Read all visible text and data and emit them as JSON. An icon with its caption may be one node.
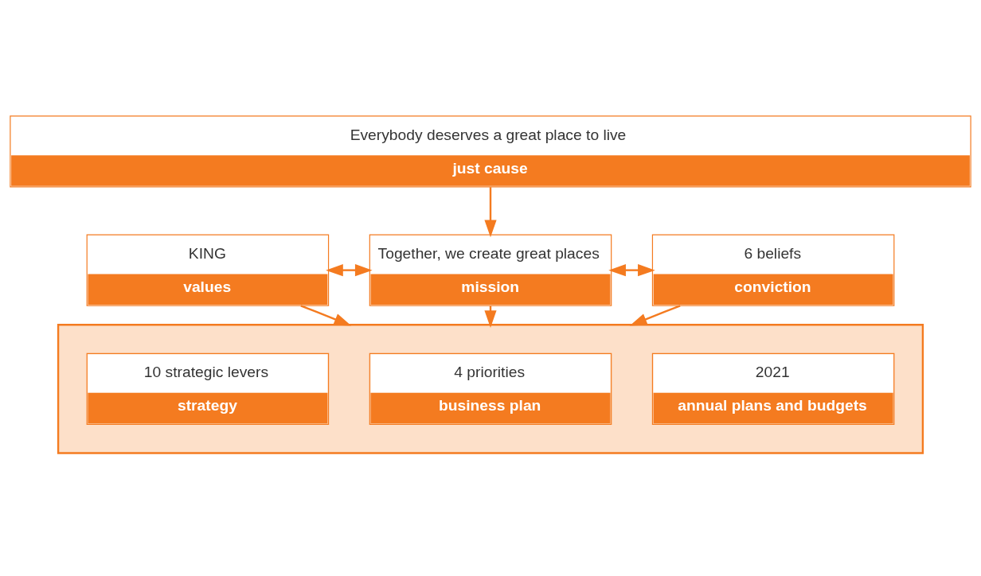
{
  "diagram": {
    "nodes": [
      {
        "text": [
          "Everybody deserves a great place to live",
          "just cause"
        ]
      },
      {
        "text": [
          "KING",
          "values"
        ]
      },
      {
        "text": [
          "Together, we create great places",
          "mission"
        ]
      },
      {
        "text": [
          "6 beliefs",
          "conviction"
        ]
      },
      {
        "text": [],
        "shape": "box"
      },
      {
        "text": [
          "10 strategic levers",
          "strategy"
        ],
        "in": 4
      },
      {
        "text": [
          "4 priorities",
          "business plan"
        ],
        "in": 4
      },
      {
        "text": [
          "2021",
          "annual plans and budgets"
        ],
        "in": 4
      }
    ],
    "edges": [
      {
        "from": 0,
        "to": 2,
        "arrow": "to"
      },
      {
        "from": 1,
        "to": 2,
        "arrow": "both"
      },
      {
        "from": 2,
        "to": 3,
        "arrow": "both"
      },
      {
        "from": 1,
        "to": 4,
        "arrow": "to"
      },
      {
        "from": 2,
        "to": 4,
        "arrow": "to"
      },
      {
        "from": 3,
        "to": 4,
        "arrow": "to"
      }
    ]
  }
}
